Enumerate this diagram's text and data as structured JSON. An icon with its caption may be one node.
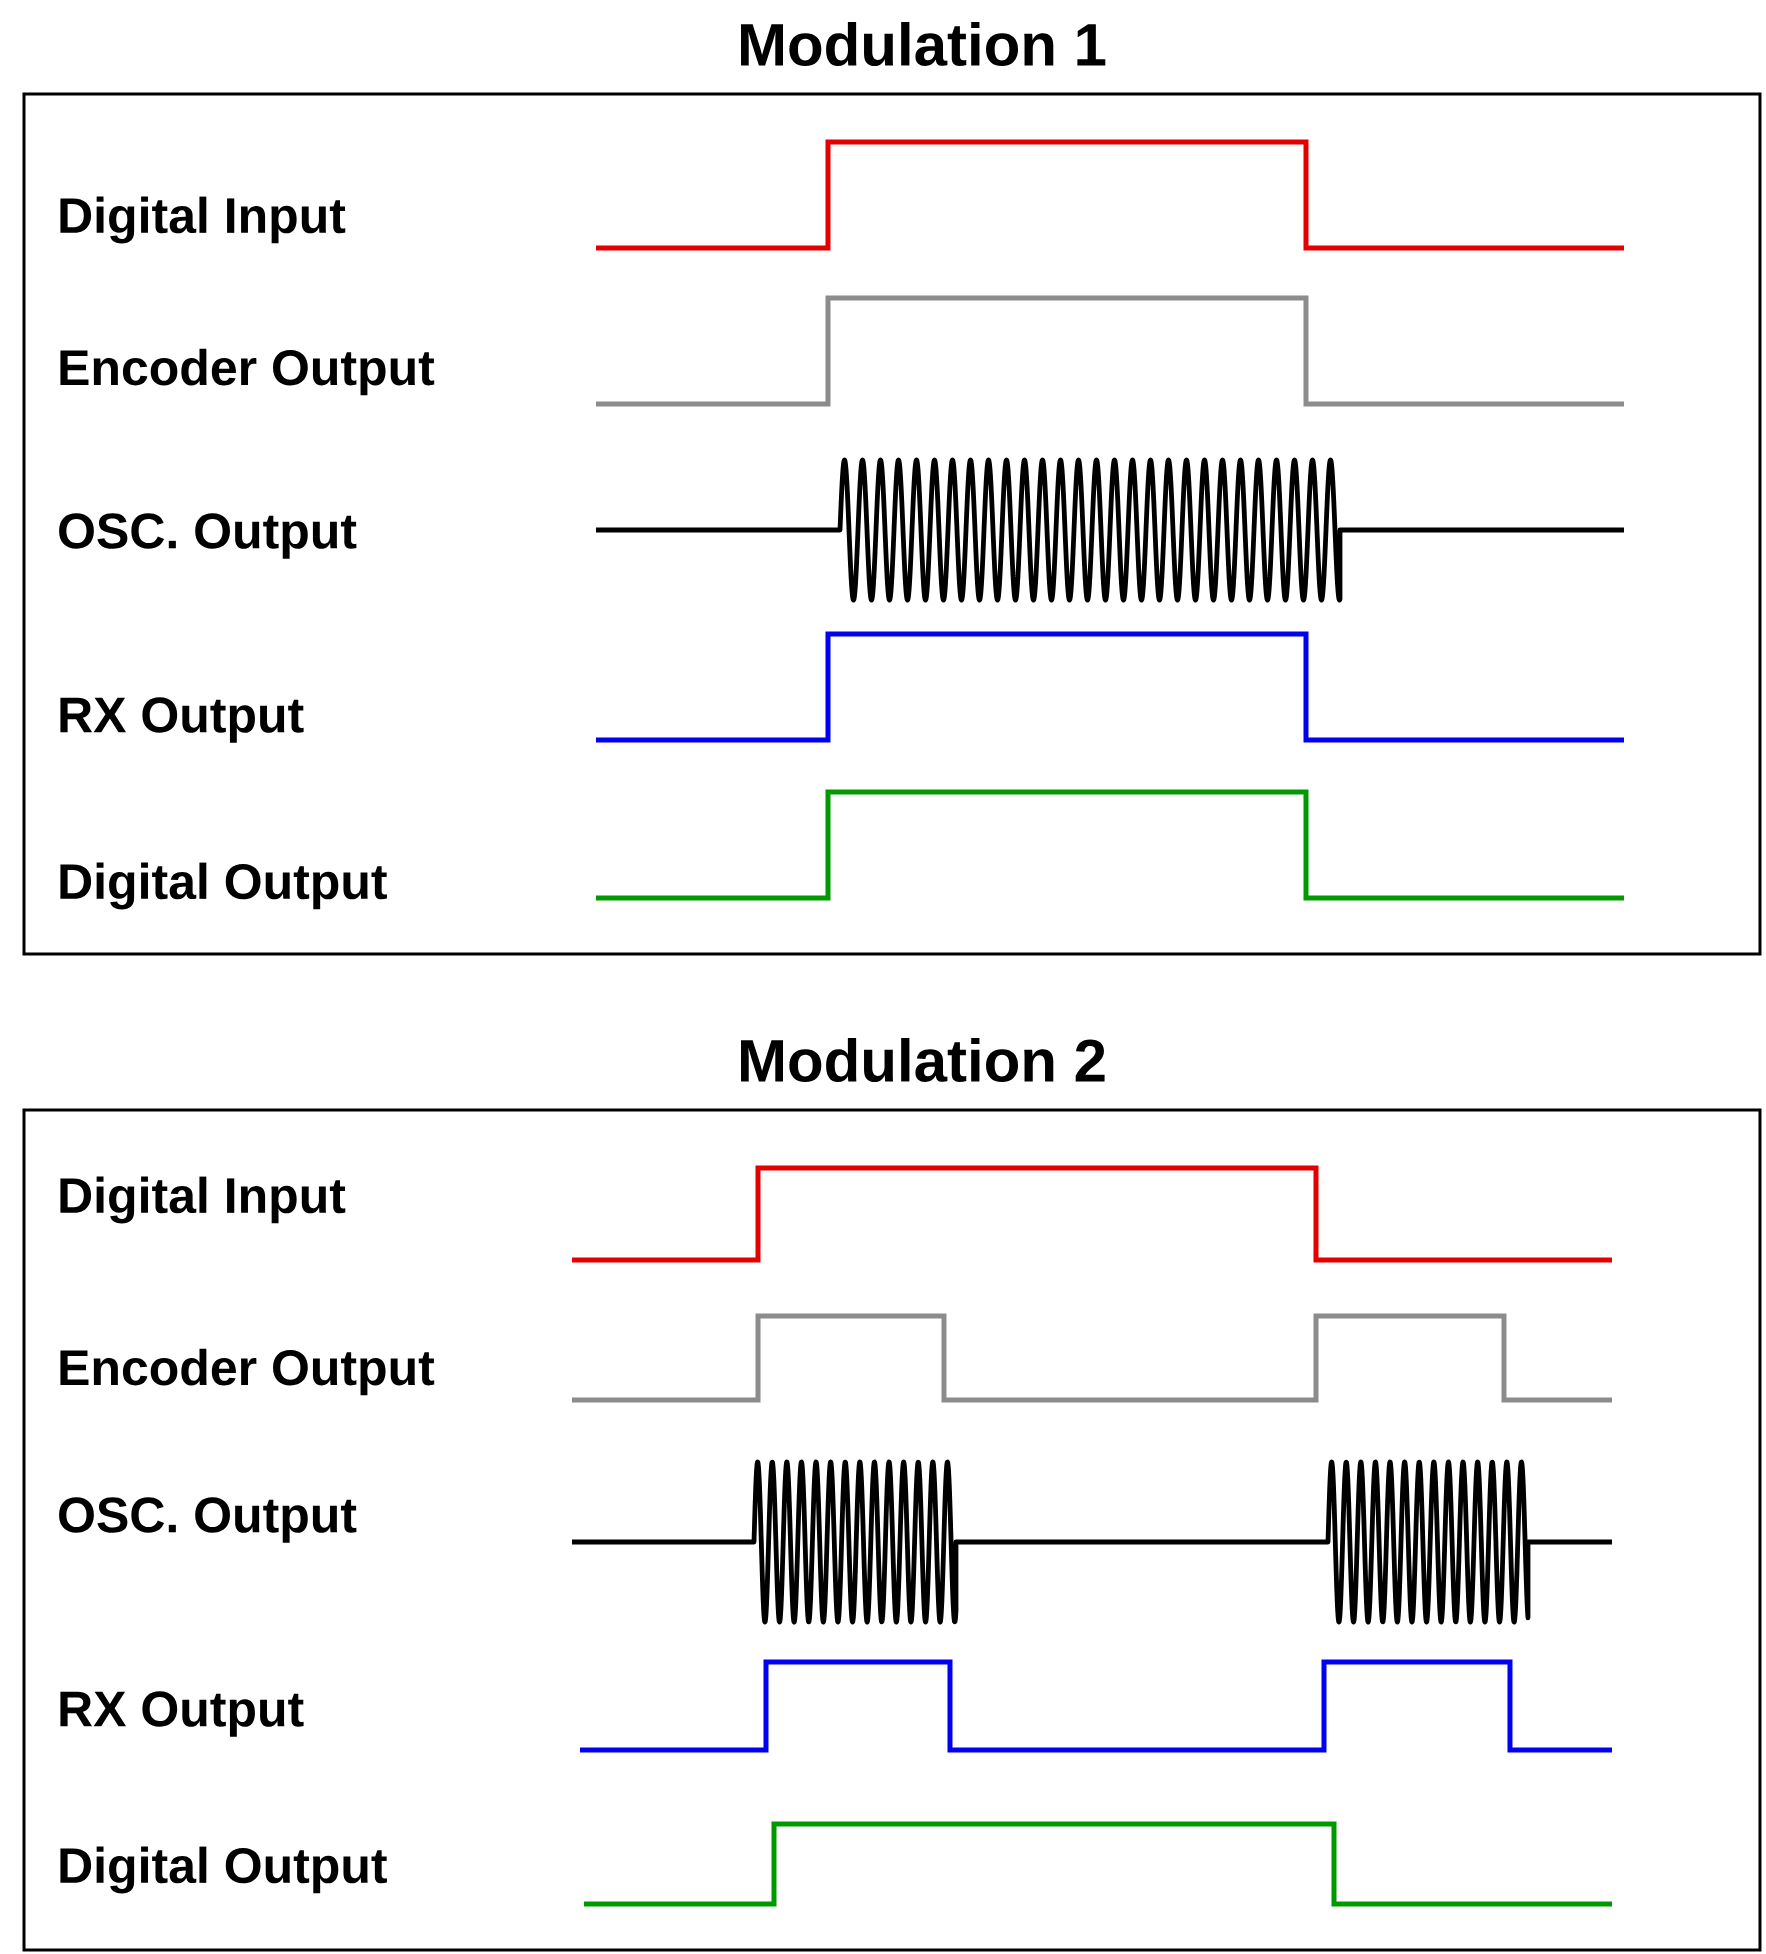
{
  "diagram": {
    "nodes": [
      {
        "text": [
          "Modulation 1"
        ]
      },
      {
        "text": [
          "Modulation 2"
        ]
      }
    ],
    "labels": [
      "Digital Input",
      "Encoder Output",
      "OSC. Output",
      "RX Output",
      "Digital Output",
      "Digital Input",
      "Encoder Output",
      "OSC. Output",
      "RX Output",
      "Digital Output"
    ]
  }
}
